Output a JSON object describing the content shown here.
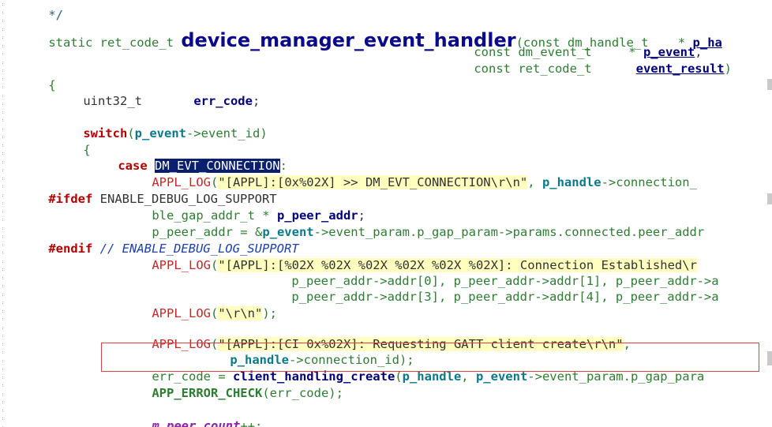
{
  "function_name": "device_manager_event_handler",
  "lines": {
    "top_fragment": "*/",
    "sig1_prefix": "static ret_code_t ",
    "sig1_paren": "(const dm_handle_t    * ",
    "sig1_param": "p_ha",
    "sig2_type": "const dm_event_t     * ",
    "sig2_param": "p_event",
    "sig2_comma": ",",
    "sig3_type": "const ret_code_t      ",
    "sig3_param": "event_result",
    "sig3_close": ")",
    "open_brace": "{",
    "decl_type": "uint32_t       ",
    "decl_var": "err_code",
    "decl_semi": ";",
    "switch_kw": "switch",
    "switch_open": "(",
    "switch_var": "p_event",
    "switch_rest": "->event_id)",
    "switch_brace": "{",
    "case_kw": "case",
    "case_label": "DM_EVT_CONNECTION",
    "case_colon": ":",
    "log1_macro": "APPL_LOG",
    "log1_open": "(",
    "log1_str": "\"[APPL]:[0x%02X] >> DM_EVT_CONNECTION\\r\\n\"",
    "log1_comma": ", ",
    "log1_param": "p_handle",
    "log1_rest": "->connection_",
    "ifdef_kw": "#ifdef",
    "ifdef_name": " ENABLE_DEBUG_LOG_SUPPORT",
    "peer_type": "ble_gap_addr_t * ",
    "peer_var": "p_peer_addr",
    "peer_semi": ";",
    "assign_lhs": "p_peer_addr = &",
    "assign_param": "p_event",
    "assign_rest": "->event_param.p_gap_param->params.connected.peer_addr",
    "endif_kw": "#endif",
    "endif_comment": " // ENABLE_DEBUG_LOG_SUPPORT",
    "log2_macro": "APPL_LOG",
    "log2_open": "(",
    "log2_str": "\"[APPL]:[%02X %02X %02X %02X %02X %02X]: Connection Established\\r",
    "addr_line1": "p_peer_addr->addr[0], p_peer_addr->addr[1], p_peer_addr->a",
    "addr_line2": "p_peer_addr->addr[3], p_peer_addr->addr[4], p_peer_addr->a",
    "log3_macro": "APPL_LOG",
    "log3_open": "(",
    "log3_str": "\"\\r\\n\"",
    "log3_close": ");",
    "log4_macro": "APPL_LOG",
    "log4_open": "(",
    "log4_str": "\"[APPL]:[CI 0x%02X]: Requesting GATT client create\\r\\n\"",
    "log4_comma": ",",
    "log4_param": "p_handle",
    "log4_rest": "->connection_id);",
    "err_lhs": "err_code = ",
    "err_fn": "client_handling_create",
    "err_open": "(",
    "err_p1": "p_handle",
    "err_comma": ", ",
    "err_p2": "p_event",
    "err_rest": "->event_param.p_gap_para",
    "check_fn": "APP_ERROR_CHECK",
    "check_rest": "(err_code);",
    "count_var": "m_peer_count",
    "count_rest": "++;"
  },
  "colors": {
    "highlight_border": "#e04040",
    "selection": "#0a1f6e",
    "string_bg": "#ffffc0"
  }
}
